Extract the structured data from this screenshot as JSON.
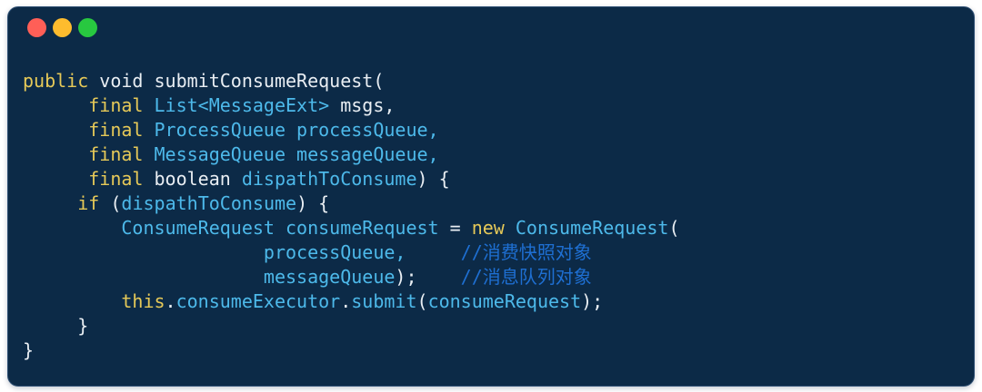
{
  "window": {
    "kind": "code-editor-terminal",
    "background_color": "#0c2a47",
    "traffic_lights": [
      {
        "name": "close",
        "color": "#ff5f57"
      },
      {
        "name": "minimize",
        "color": "#febc2e"
      },
      {
        "name": "zoom",
        "color": "#28c840"
      }
    ]
  },
  "syntax_colors": {
    "keyword": "#e6c958",
    "plain": "#e9eef3",
    "type": "#4db9ea",
    "comment": "#1e6fd2"
  },
  "code": {
    "language": "java",
    "lines": [
      {
        "tokens": [
          {
            "t": "public",
            "c": "kw"
          },
          {
            "t": " void submitConsumeRequest(",
            "c": "pl"
          }
        ]
      },
      {
        "tokens": [
          {
            "t": "      ",
            "c": "pl"
          },
          {
            "t": "final",
            "c": "kw"
          },
          {
            "t": " ",
            "c": "pl"
          },
          {
            "t": "List<MessageExt>",
            "c": "ty"
          },
          {
            "t": " msgs,",
            "c": "pl"
          }
        ]
      },
      {
        "tokens": [
          {
            "t": "      ",
            "c": "pl"
          },
          {
            "t": "final",
            "c": "kw"
          },
          {
            "t": " ",
            "c": "pl"
          },
          {
            "t": "ProcessQueue processQueue,",
            "c": "ty"
          }
        ]
      },
      {
        "tokens": [
          {
            "t": "      ",
            "c": "pl"
          },
          {
            "t": "final",
            "c": "kw"
          },
          {
            "t": " ",
            "c": "pl"
          },
          {
            "t": "MessageQueue messageQueue,",
            "c": "ty"
          }
        ]
      },
      {
        "tokens": [
          {
            "t": "      ",
            "c": "pl"
          },
          {
            "t": "final",
            "c": "kw"
          },
          {
            "t": " boolean ",
            "c": "pl"
          },
          {
            "t": "dispathToConsume",
            "c": "ty"
          },
          {
            "t": ") {",
            "c": "pl"
          }
        ]
      },
      {
        "tokens": [
          {
            "t": "     ",
            "c": "pl"
          },
          {
            "t": "if",
            "c": "kw"
          },
          {
            "t": " (",
            "c": "pl"
          },
          {
            "t": "dispathToConsume",
            "c": "ty"
          },
          {
            "t": ") {",
            "c": "pl"
          }
        ]
      },
      {
        "tokens": [
          {
            "t": "         ",
            "c": "pl"
          },
          {
            "t": "ConsumeRequest consumeRequest",
            "c": "ty"
          },
          {
            "t": " = ",
            "c": "pl"
          },
          {
            "t": "new",
            "c": "kw"
          },
          {
            "t": " ",
            "c": "pl"
          },
          {
            "t": "ConsumeRequest",
            "c": "ty"
          },
          {
            "t": "(",
            "c": "pl"
          }
        ]
      },
      {
        "tokens": [
          {
            "t": "                      ",
            "c": "pl"
          },
          {
            "t": "processQueue,",
            "c": "ty"
          },
          {
            "t": "     ",
            "c": "pl"
          },
          {
            "t": "//消费快照对象",
            "c": "cm"
          }
        ]
      },
      {
        "tokens": [
          {
            "t": "                      ",
            "c": "pl"
          },
          {
            "t": "messageQueue",
            "c": "ty"
          },
          {
            "t": ");",
            "c": "pl"
          },
          {
            "t": "    ",
            "c": "pl"
          },
          {
            "t": "//消息队列对象",
            "c": "cm"
          }
        ]
      },
      {
        "tokens": [
          {
            "t": "         ",
            "c": "pl"
          },
          {
            "t": "this",
            "c": "kw"
          },
          {
            "t": ".",
            "c": "pl"
          },
          {
            "t": "consumeExecutor",
            "c": "ty"
          },
          {
            "t": ".",
            "c": "pl"
          },
          {
            "t": "submit",
            "c": "ty"
          },
          {
            "t": "(",
            "c": "pl"
          },
          {
            "t": "consumeRequest",
            "c": "ty"
          },
          {
            "t": ");",
            "c": "pl"
          }
        ]
      },
      {
        "tokens": [
          {
            "t": "     }",
            "c": "pl"
          }
        ]
      },
      {
        "tokens": [
          {
            "t": "}",
            "c": "pl"
          }
        ]
      }
    ]
  }
}
